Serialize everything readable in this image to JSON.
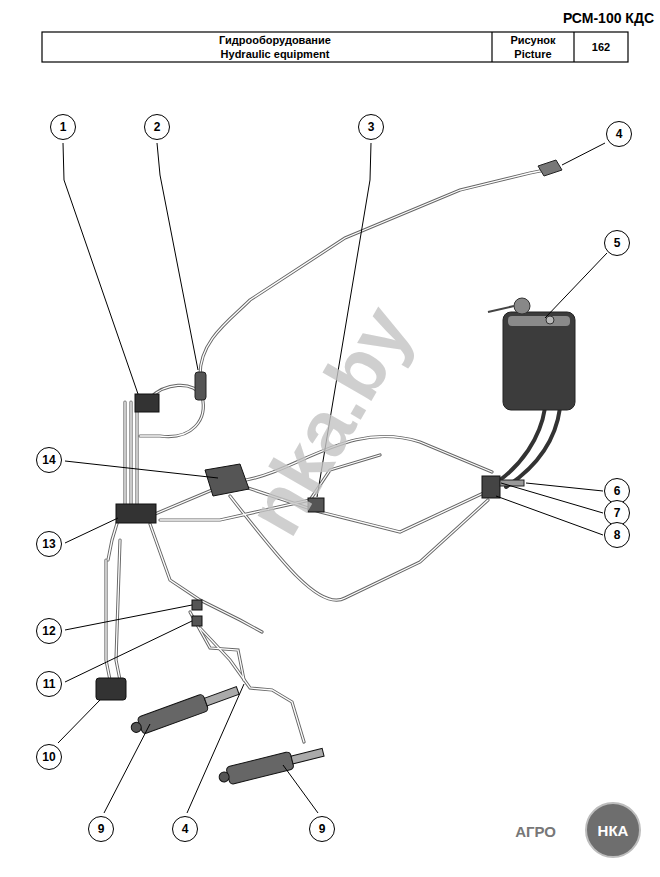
{
  "diagram": {
    "title": "РСМ-100 КДС",
    "nodes": [
      {
        "text": [
          "1"
        ]
      },
      {
        "text": [
          "2"
        ]
      },
      {
        "text": [
          "3"
        ]
      },
      {
        "text": [
          "4"
        ]
      },
      {
        "text": [
          "5"
        ]
      },
      {
        "text": [
          "14"
        ]
      },
      {
        "text": [
          "6"
        ]
      },
      {
        "text": [
          "7"
        ]
      },
      {
        "text": [
          "8"
        ]
      },
      {
        "text": [
          "13"
        ]
      },
      {
        "text": [
          "12"
        ]
      },
      {
        "text": [
          "11"
        ]
      },
      {
        "text": [
          "10"
        ]
      },
      {
        "text": [
          "9"
        ]
      },
      {
        "text": [
          "4"
        ]
      },
      {
        "text": [
          "9"
        ]
      },
      {
        "text": [
          "НКА"
        ]
      }
    ],
    "labels": [
      "Гидрооборудование",
      "Hydraulic equipment",
      "Рисунок",
      "Picture",
      "162",
      "nka.by",
      "АГРО"
    ]
  }
}
